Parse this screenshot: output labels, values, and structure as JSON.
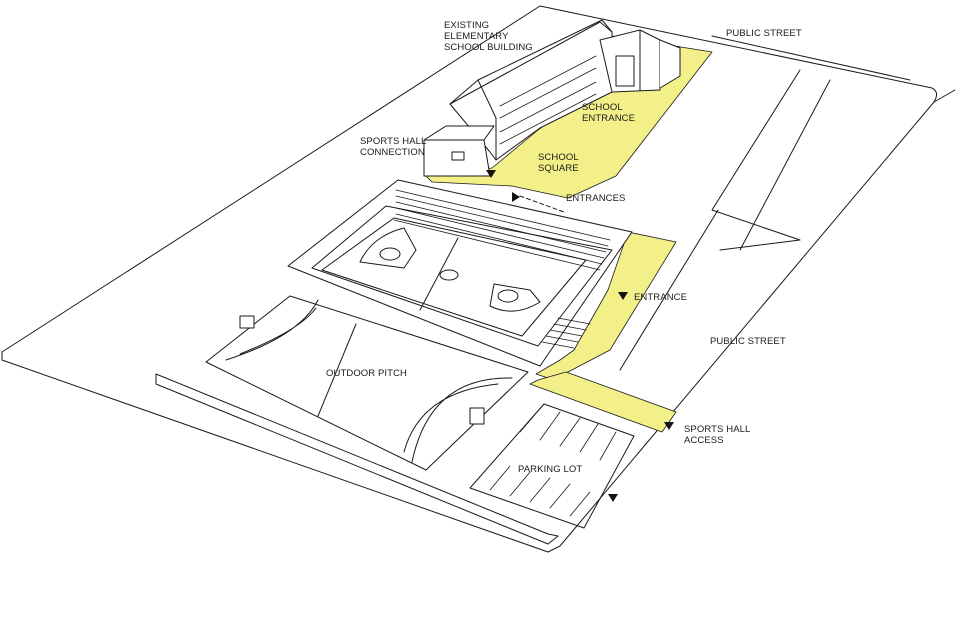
{
  "labels": {
    "existing_school": "EXISTING\nELEMENTARY\nSCHOOL BUILDING",
    "public_street_top": "PUBLIC STREET",
    "sports_hall_connection": "SPORTS HALL\nCONNECTION",
    "school_entrance": "SCHOOL\nENTRANCE",
    "school_square": "SCHOOL\nSQUARE",
    "entrances": "ENTRANCES",
    "entrance": "ENTRANCE",
    "public_street_right": "PUBLIC STREET",
    "outdoor_pitch": "OUTDOOR PITCH",
    "sports_hall_access": "SPORTS HALL\nACCESS",
    "parking_lot": "PARKING LOT"
  },
  "colors": {
    "highlight": "#f3f08a",
    "line": "#1a1a1a",
    "roof": "#ffffff",
    "ground": "#ffffff"
  }
}
